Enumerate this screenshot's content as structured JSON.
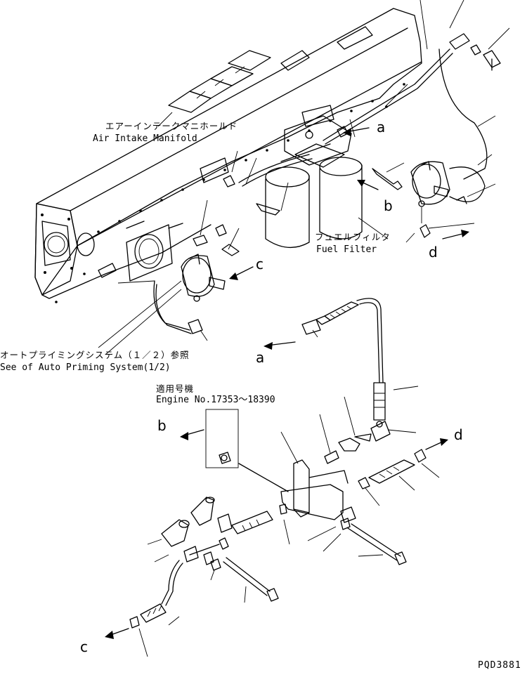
{
  "labels": {
    "manifold_jp": "エアーインテークマニホールド",
    "manifold_en": "Air Intake Manifold",
    "filter_jp": "フュエルフィルタ",
    "filter_en": "Fuel Filter",
    "priming_jp": "オートプライミングシステム（１／２）参照",
    "priming_en": "See of Auto Priming System(1/2)",
    "applicable_jp": "適用号機",
    "engine_no": "Engine No.17353～18390",
    "drawing_code": "PQD3881"
  },
  "connectors": {
    "a": "a",
    "b": "b",
    "c": "c",
    "d": "d"
  }
}
